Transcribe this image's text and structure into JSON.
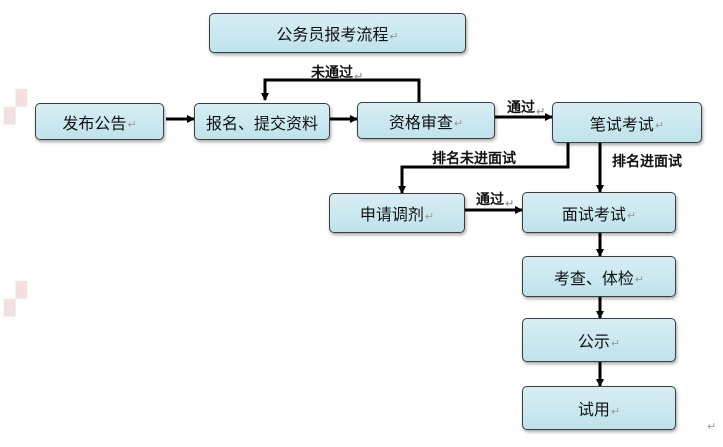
{
  "title": "公务员报考流程",
  "nodes": {
    "publish": "发布公告",
    "register": "报名、提交资料",
    "review": "资格审查",
    "written": "笔试考试",
    "adjust": "申请调剂",
    "interview": "面试考试",
    "check": "考查、体检",
    "announce": "公示",
    "probation": "试用"
  },
  "edge_labels": {
    "review_fail": "未通过",
    "review_pass": "通过",
    "not_to_interview": "排名未进面试",
    "to_interview": "排名进面试",
    "adjust_pass": "通过"
  },
  "paragraph_mark": "↵",
  "colors": {
    "box_fill": "#c9e8ef",
    "border": "#3d3d3d",
    "line": "#000000"
  }
}
